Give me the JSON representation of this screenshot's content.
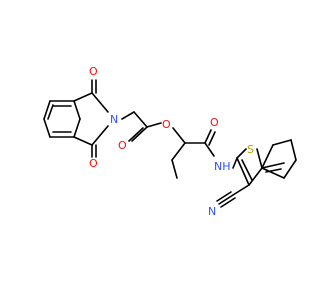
{
  "structure": {
    "atoms": [
      {
        "id": "o_top",
        "label": "O",
        "element": "oxygen"
      },
      {
        "id": "o_bottom",
        "label": "O",
        "element": "oxygen"
      },
      {
        "id": "n_imide",
        "label": "N",
        "element": "nitrogen"
      },
      {
        "id": "o_ester_carbonyl",
        "label": "O",
        "element": "oxygen"
      },
      {
        "id": "o_ester",
        "label": "O",
        "element": "oxygen"
      },
      {
        "id": "o_amide",
        "label": "O",
        "element": "oxygen"
      },
      {
        "id": "n_amide",
        "label": "NH",
        "element": "nitrogen"
      },
      {
        "id": "s_thiophene",
        "label": "S",
        "element": "sulfur"
      },
      {
        "id": "n_nitrile",
        "label": "N",
        "element": "nitrogen"
      }
    ]
  },
  "colors": {
    "bond": "#000000",
    "oxygen": "#ff0d0d",
    "nitrogen": "#3050f8",
    "sulfur": "#b8a000"
  }
}
